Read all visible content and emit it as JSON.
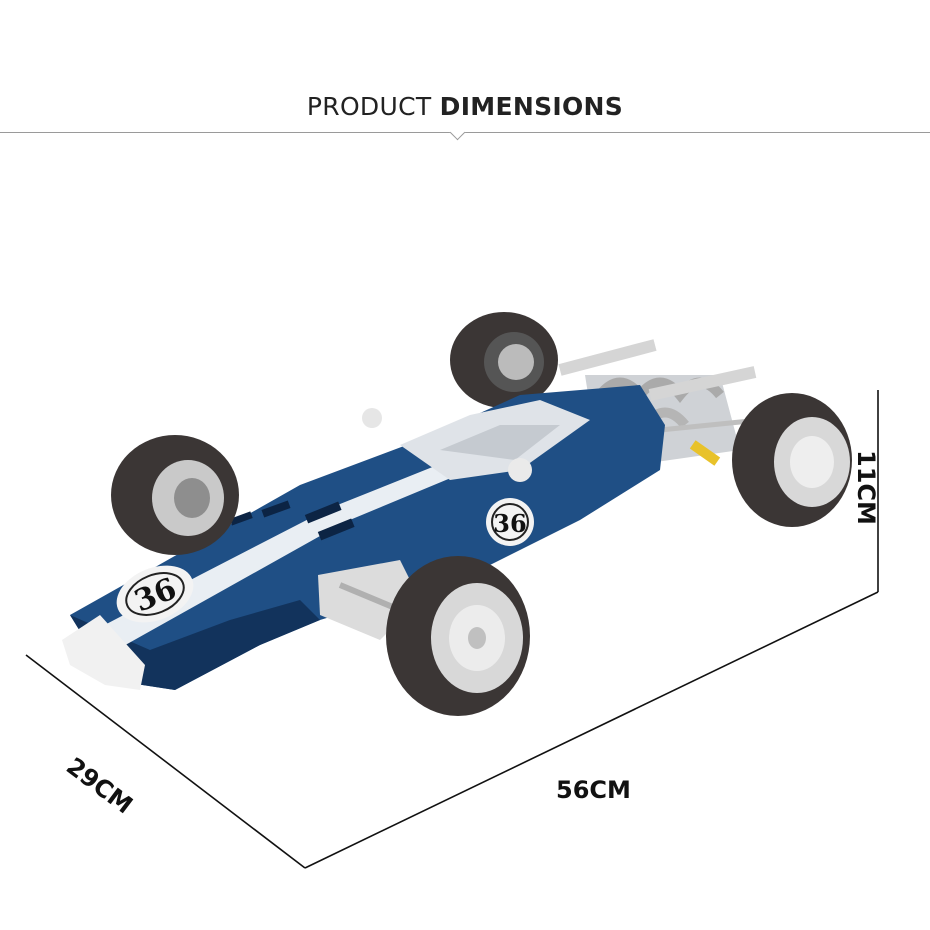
{
  "header": {
    "title_light": "PRODUCT",
    "title_bold": "DIMENSIONS"
  },
  "dimensions": {
    "length": "56CM",
    "width": "29CM",
    "height": "11CM"
  },
  "car": {
    "race_number_front": "36",
    "race_number_side": "36",
    "colors": {
      "body": "#1f4f85",
      "body_dark": "#12335c",
      "stripe": "#e9eef3",
      "tire": "#3b3635",
      "rim": "#d8d8d8",
      "accent": "#e8c22a"
    }
  },
  "colors": {
    "line": "#111111",
    "rule": "#9a9a9a",
    "text": "#222222"
  }
}
